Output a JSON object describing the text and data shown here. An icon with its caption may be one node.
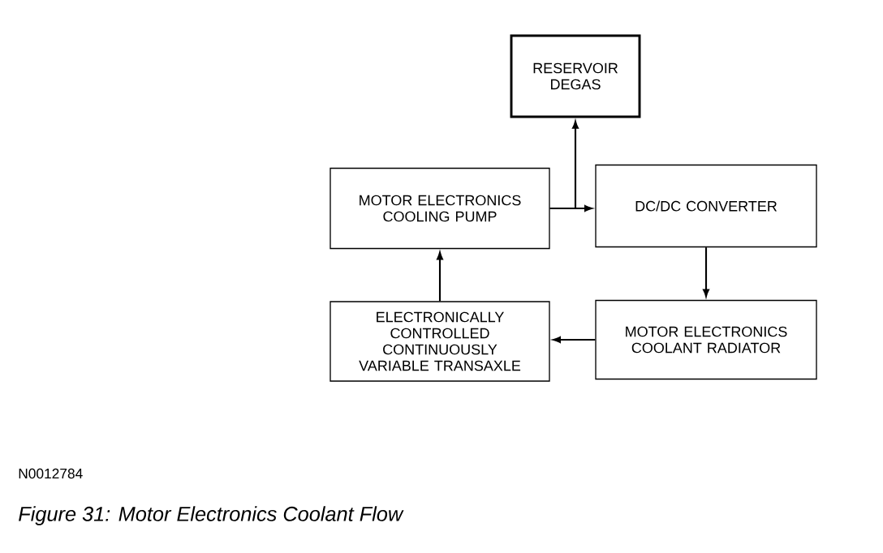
{
  "diagram": {
    "caption": "Figure 31: Motor Electronics Coolant Flow",
    "nodes": [
      {
        "text": [
          "RESERVOIR DEGAS"
        ]
      },
      {
        "text": [
          "MOTOR ELECTRONICS COOLING PUMP"
        ]
      },
      {
        "text": [
          "DC/DC CONVERTER"
        ]
      },
      {
        "text": [
          "ELECTRONICALLY CONTROLLED CONTINUOUSLY VARIABLE TRANSAXLE"
        ]
      },
      {
        "text": [
          "MOTOR ELECTRONICS COOLANT RADIATOR"
        ]
      }
    ],
    "edges": [
      {
        "from": 1,
        "to": 2,
        "arrow": "to"
      },
      {
        "from": 1,
        "to": 0,
        "arrow": "to"
      },
      {
        "from": 2,
        "to": 4,
        "arrow": "to"
      },
      {
        "from": 4,
        "to": 3,
        "arrow": "to"
      },
      {
        "from": 3,
        "to": 1,
        "arrow": "to"
      }
    ],
    "labels": [
      "N0012784"
    ]
  }
}
